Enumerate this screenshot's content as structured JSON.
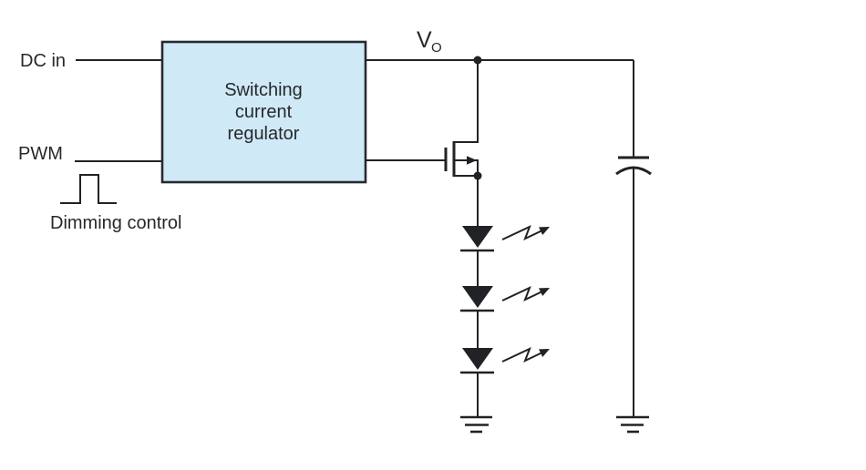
{
  "diagram": {
    "type": "circuit-schematic",
    "labels": {
      "dc_in": "DC in",
      "pwm": "PWM",
      "dimming_control": "Dimming control",
      "output_voltage": "V",
      "output_voltage_sub": "O"
    },
    "regulator_block": {
      "lines": [
        "Switching",
        "current",
        "regulator"
      ]
    },
    "symbols": {
      "regulator_block": "switching-current-regulator",
      "transistor": "mosfet",
      "leds": [
        "led",
        "led",
        "led"
      ],
      "light_arrows": [
        "light-emission-arrow",
        "light-emission-arrow",
        "light-emission-arrow"
      ],
      "capacitor": "output-capacitor",
      "grounds": [
        "ground",
        "ground"
      ],
      "waveform": "pwm-pulse"
    },
    "colors": {
      "background": "#ffffff",
      "wire": "#202225",
      "text": "#27282c",
      "block_fill": "#cfe9f6",
      "block_border": "#262b30"
    }
  }
}
